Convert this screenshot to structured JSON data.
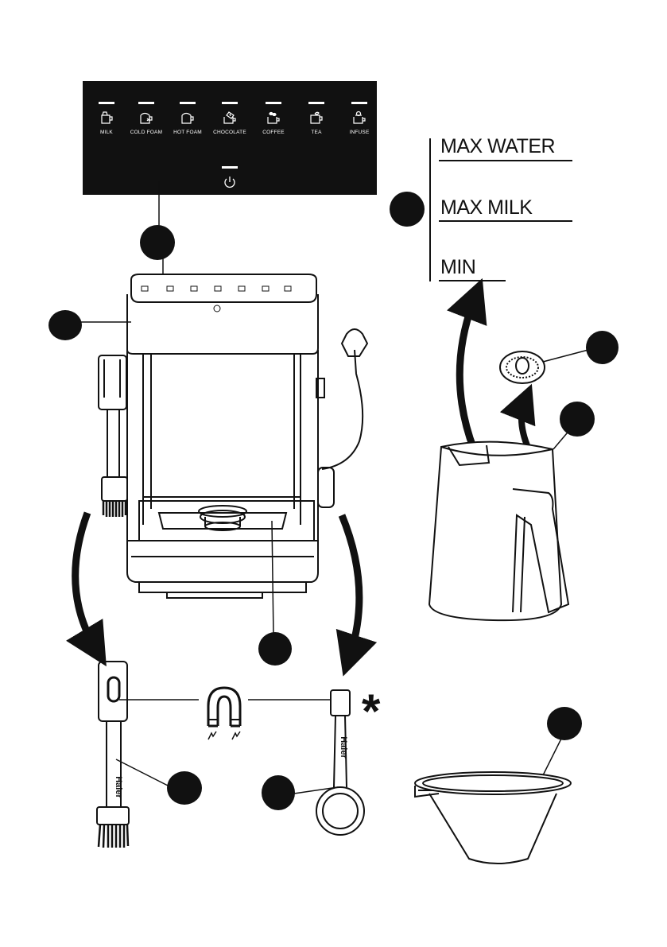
{
  "control_panel": {
    "buttons": [
      {
        "label": "MILK",
        "icon": "milk-jug-icon"
      },
      {
        "label": "COLD FOAM",
        "icon": "cold-foam-icon"
      },
      {
        "label": "HOT FOAM",
        "icon": "hot-foam-icon"
      },
      {
        "label": "CHOCOLATE",
        "icon": "chocolate-icon"
      },
      {
        "label": "COFFEE",
        "icon": "coffee-icon"
      },
      {
        "label": "TEA",
        "icon": "tea-icon"
      },
      {
        "label": "INFUSE",
        "icon": "infuse-icon"
      }
    ],
    "power_icon": "power-icon"
  },
  "jug_levels": {
    "max_water": "MAX WATER",
    "max_milk": "MAX MILK",
    "min": "MIN"
  },
  "accessories": {
    "brush_brand": "Haier",
    "spoon_brand": "Haier",
    "optional_mark": "*"
  }
}
